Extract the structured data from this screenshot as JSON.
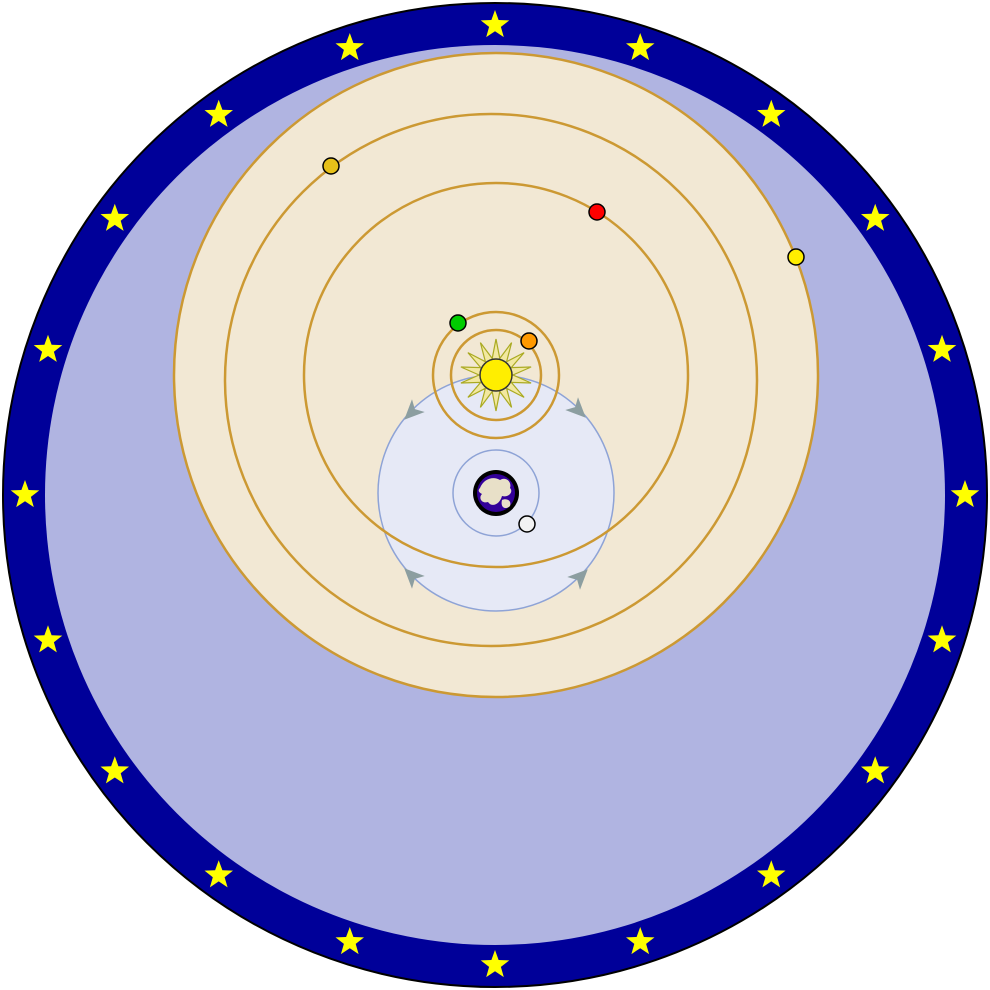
{
  "diagram": {
    "type": "geo-heliocentric system (Tychonic model)",
    "colors": {
      "outer_ring": "#000099",
      "inner_field": "#b0b4e1",
      "sun_spheres_fill": "#f2e8d4",
      "orbit_stroke": "#cc9933",
      "earth_sphere_fill": "#e6e9f6",
      "earth_orbit_stroke": "#8ea3d6",
      "arrow": "#8c9ea0",
      "star": "#ffff00",
      "sun": "#ffee00",
      "sun_rays": "#cccc33"
    },
    "fixed_stars": {
      "count": 20,
      "icon": "star-icon"
    },
    "bodies": [
      {
        "name": "sun",
        "icon": "sun-icon",
        "color": "#ffee00"
      },
      {
        "name": "earth",
        "icon": "earth-icon",
        "color": "#330099"
      },
      {
        "name": "moon",
        "color": "#f2f2f2"
      },
      {
        "name": "mercury",
        "color": "#ff9900"
      },
      {
        "name": "venus",
        "color": "#00cc00"
      },
      {
        "name": "mars",
        "color": "#ff0000"
      },
      {
        "name": "jupiter",
        "color": "#e6c019"
      },
      {
        "name": "saturn",
        "color": "#ffee00"
      }
    ],
    "motion_arrows": {
      "count": 4,
      "icon": "arrowhead-icon",
      "direction": "counterclockwise"
    }
  }
}
